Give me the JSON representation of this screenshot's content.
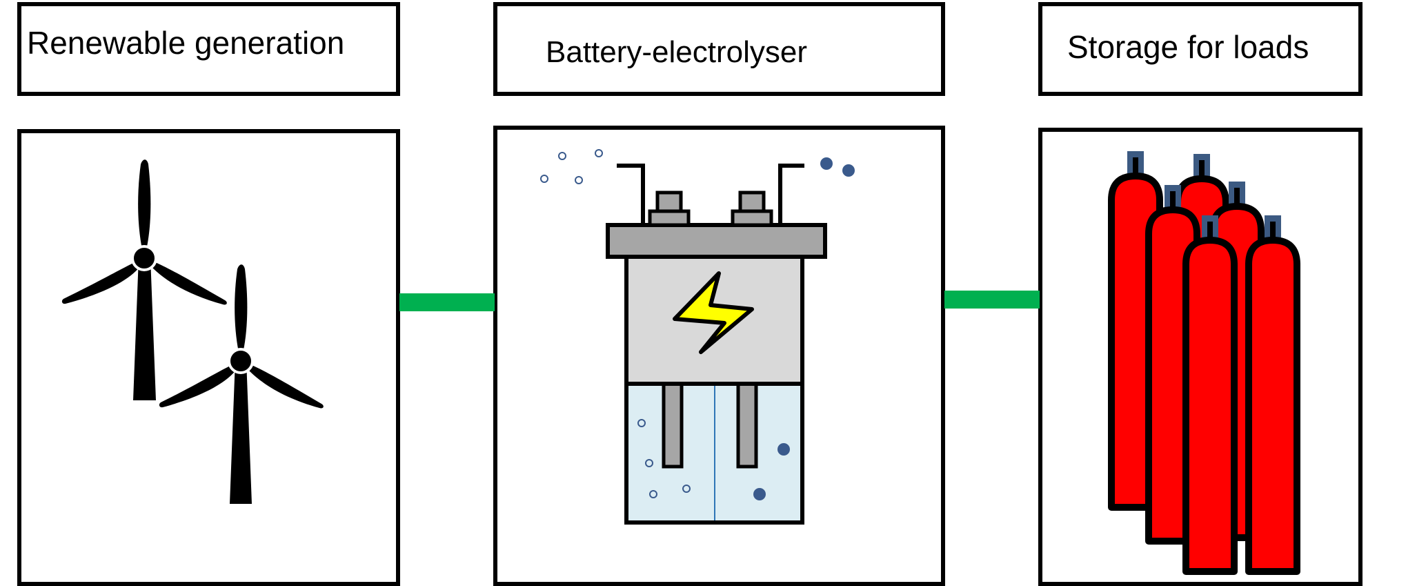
{
  "columns": [
    {
      "id": "renewable",
      "title": "Renewable generation",
      "icon": "wind-turbine-icon"
    },
    {
      "id": "battery",
      "title": "Battery-electrolyser",
      "icon": "battery-electrolyser-icon"
    },
    {
      "id": "storage",
      "title": "Storage for loads",
      "icon": "gas-cylinder-icon"
    }
  ],
  "colors": {
    "connector": "#00b050",
    "cylinder": "#ff0000",
    "valve": "#3c5a82",
    "battery_body": "#d9d9d9",
    "battery_lid": "#a6a6a6",
    "bolt": "#ffff00",
    "electrolyte": "#dcedf3",
    "bubble": "#3a5a8c"
  }
}
